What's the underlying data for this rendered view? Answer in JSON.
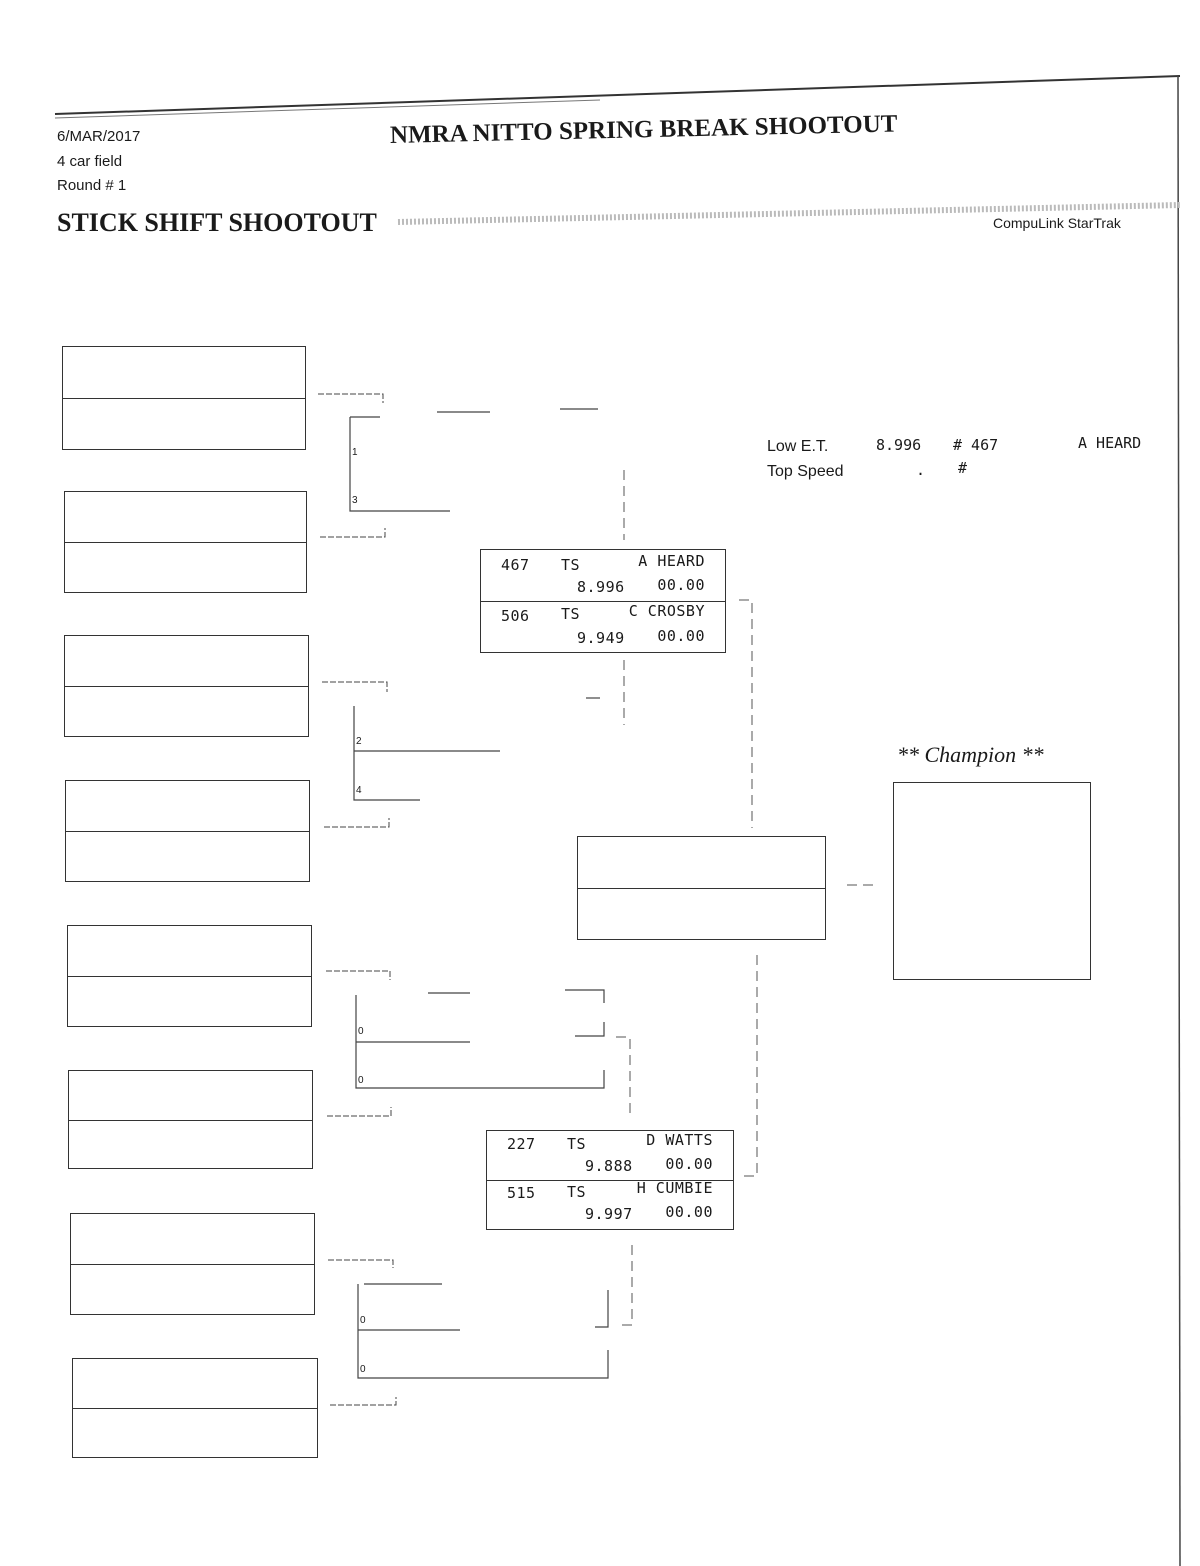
{
  "header": {
    "date": "6/MAR/2017",
    "field": "4 car field",
    "round": "Round # 1",
    "title": "NMRA NITTO SPRING BREAK SHOOTOUT",
    "class": "STICK SHIFT SHOOTOUT",
    "software": "CompuLink StarTrak"
  },
  "records": {
    "low_et_label": "Low  E.T.",
    "low_et_value": "8.996",
    "low_et_number": "# 467",
    "low_et_driver": "A HEARD",
    "top_speed_label": "Top Speed",
    "top_speed_value": ".",
    "top_speed_number": "#"
  },
  "round2_seeds": [
    {
      "top": "1",
      "bottom": "3"
    },
    {
      "top": "2",
      "bottom": "4"
    },
    {
      "top": "0",
      "bottom": "0"
    },
    {
      "top": "0",
      "bottom": "0"
    }
  ],
  "semifinals": [
    {
      "lanes": [
        {
          "number": "467",
          "class": "TS",
          "driver": "A HEARD",
          "et": "8.996",
          "speed": "00.00"
        },
        {
          "number": "506",
          "class": "TS",
          "driver": "C CROSBY",
          "et": "9.949",
          "speed": "00.00"
        }
      ]
    },
    {
      "lanes": [
        {
          "number": "227",
          "class": "TS",
          "driver": "D WATTS",
          "et": "9.888",
          "speed": "00.00"
        },
        {
          "number": "515",
          "class": "TS",
          "driver": "H CUMBIE",
          "et": "9.997",
          "speed": "00.00"
        }
      ]
    }
  ],
  "champion": {
    "label": "** Champion **"
  }
}
